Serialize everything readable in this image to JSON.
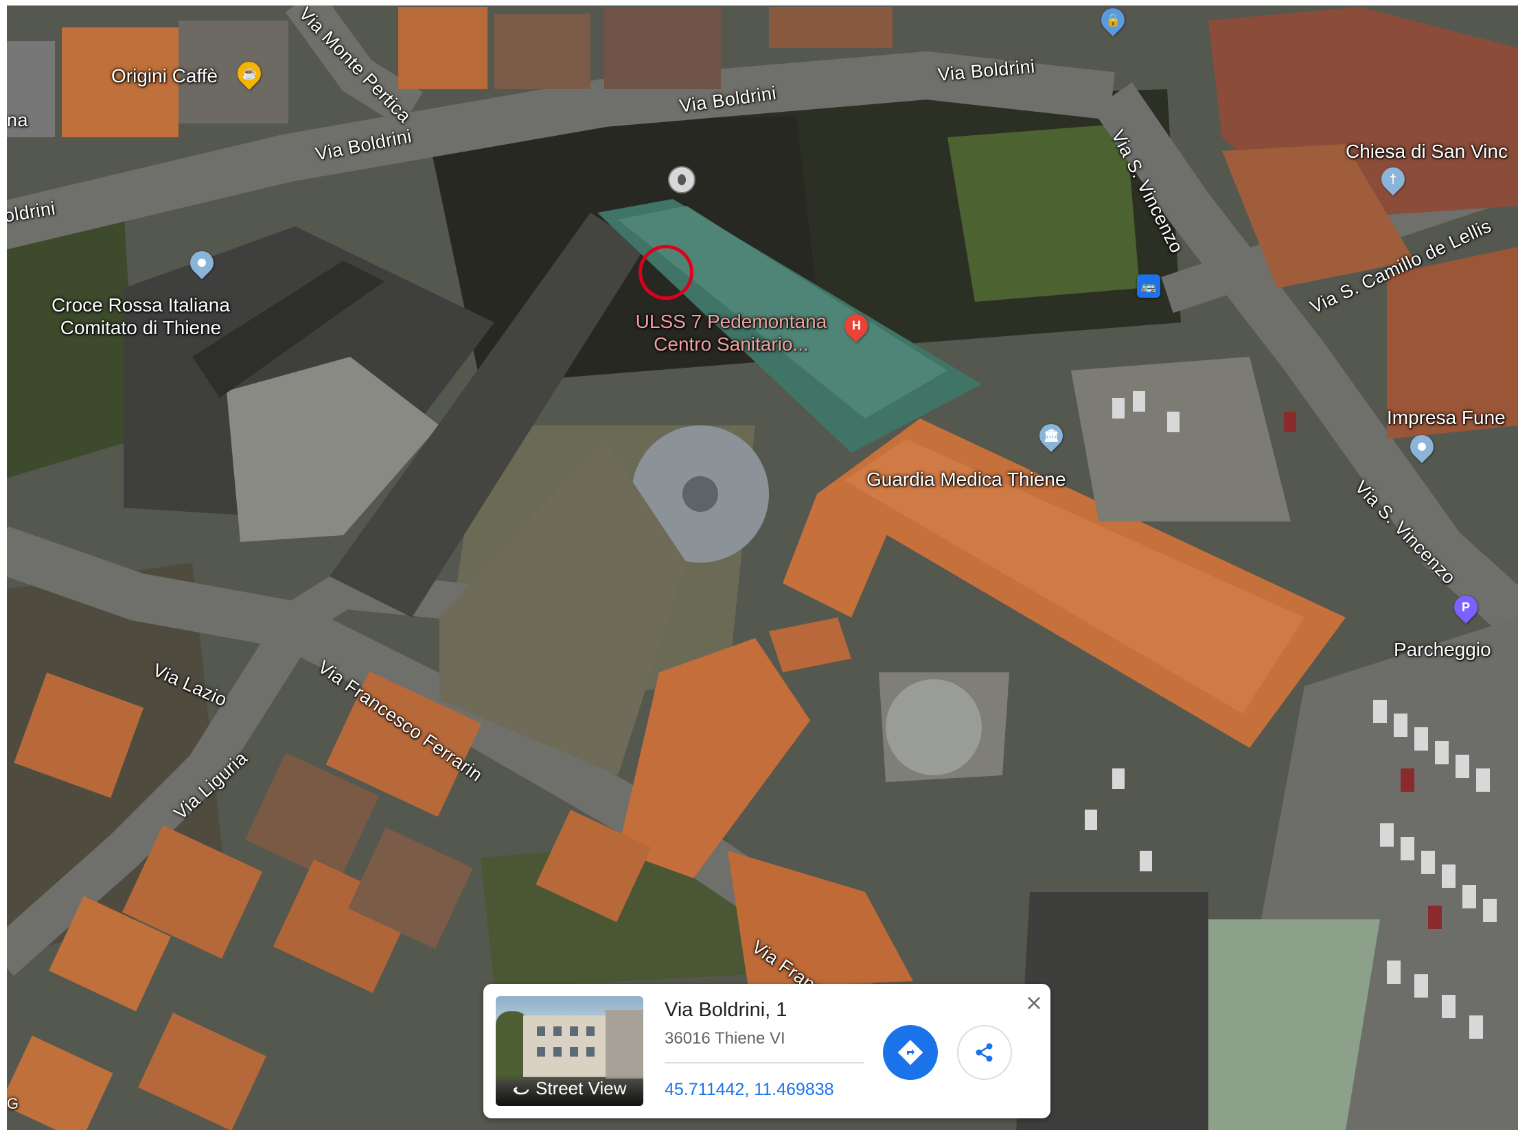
{
  "map": {
    "type": "satellite",
    "roads": {
      "boldrini_1": "Via Boldrini",
      "boldrini_2": "Via Boldrini",
      "boldrini_3": "Via Boldrini",
      "boldrini_partial": "oldrini",
      "monte_pertica": "Via Monte Pertica",
      "s_vincenzo_1": "Via S. Vincenzo",
      "s_vincenzo_2": "Via S. Vincenzo",
      "s_camillo": "Via S. Camillo de Lellis",
      "lazio": "Via Lazio",
      "liguria": "Via Liguria",
      "ferrarin": "Via Francesco Ferrarin",
      "francesco_partial": "Via Frances"
    },
    "edge_text_left": "na",
    "edge_text_bottom": "G",
    "pois": {
      "origini_caffe": "Origini Caffè",
      "croce_rossa_line1": "Croce Rossa Italiana",
      "croce_rossa_line2": "Comitato di Thiene",
      "ulss_line1": "ULSS 7 Pedemontana",
      "ulss_line2": "Centro Sanitario...",
      "guardia_medica": "Guardia Medica Thiene",
      "chiesa": "Chiesa di San Vinc",
      "impresa": "Impresa Fune",
      "parcheggio": "Parcheggio"
    },
    "pin_icons": {
      "cafe": "cup-icon",
      "hospital": "hospital-icon",
      "church": "cross-icon",
      "bank": "building-icon",
      "shopping": "bag-icon",
      "bus": "bus-icon",
      "parking": "parking-icon"
    },
    "pin_glyphs": {
      "hospital": "H",
      "parking": "P",
      "church": "†"
    },
    "colors": {
      "cafe_pin": "#f4b400",
      "hospital_pin": "#ea4335",
      "generic_pin": "#8ab4d8",
      "parking_pin": "#7b61ff",
      "bus_pin": "#1a73e8",
      "selection_circle": "#e0001b"
    }
  },
  "info_card": {
    "address": "Via Boldrini, 1",
    "city": "36016 Thiene VI",
    "coordinates": "45.711442, 11.469838",
    "thumbnail_label": "Street View",
    "directions_icon": "directions-icon",
    "share_icon": "share-icon",
    "close_icon": "close-icon"
  }
}
